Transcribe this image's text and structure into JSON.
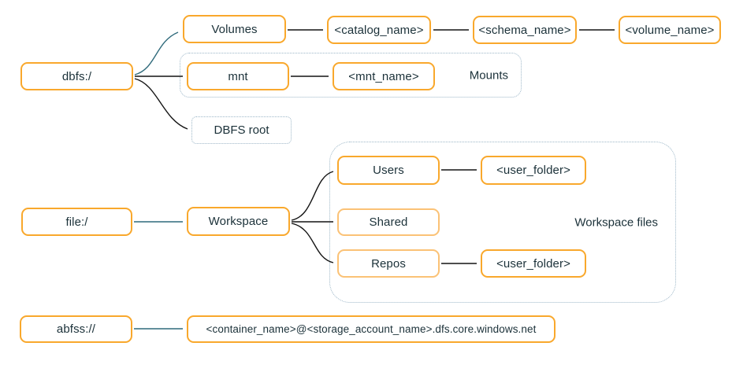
{
  "diagram": {
    "nodes": {
      "dbfs": "dbfs:/",
      "volumes": "Volumes",
      "catalog_name": "<catalog_name>",
      "schema_name": "<schema_name>",
      "volume_name": "<volume_name>",
      "mnt": "mnt",
      "mnt_name": "<mnt_name>",
      "dbfs_root": "DBFS root",
      "file": "file:/",
      "workspace": "Workspace",
      "users": "Users",
      "user_folder_top": "<user_folder>",
      "shared": "Shared",
      "repos": "Repos",
      "user_folder_bottom": "<user_folder>",
      "abfss": "abfss://",
      "adls_path": "<container_name>@<storage_account_name>.dfs.core.windows.net"
    },
    "groups": {
      "mounts": "Mounts",
      "workspace_files": "Workspace files"
    },
    "colors": {
      "box_border_orange": "#F9A82C",
      "box_border_light_orange": "#FBC276",
      "text_navy": "#1B3139",
      "arrow_black": "#141414",
      "arrow_teal": "#2F6A7B",
      "dotted_border_blue_gray": "#9DB7C8",
      "background": "#FFFFFF"
    }
  }
}
